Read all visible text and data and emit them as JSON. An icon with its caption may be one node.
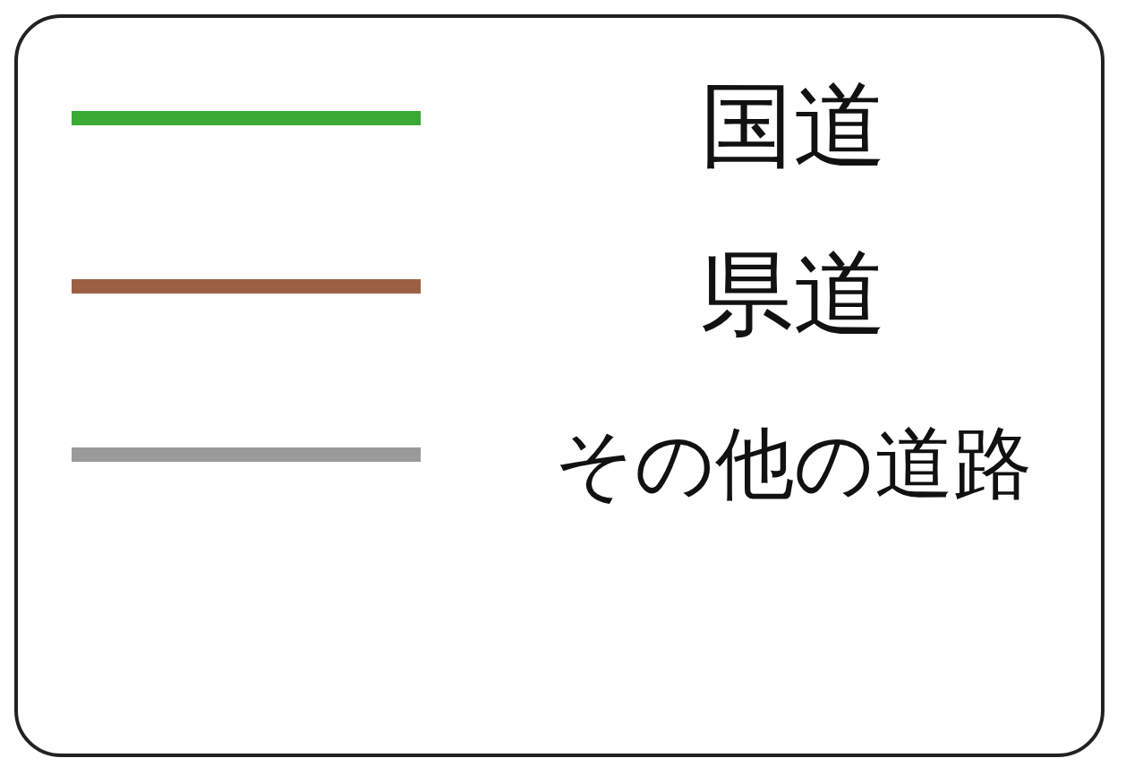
{
  "diagram": {
    "legend": [
      {
        "text": "国道",
        "color": "#3aaa35"
      },
      {
        "text": "県道",
        "color": "#9c5f44"
      },
      {
        "text": "その他の道路",
        "color": "#9a9a9a"
      }
    ]
  }
}
